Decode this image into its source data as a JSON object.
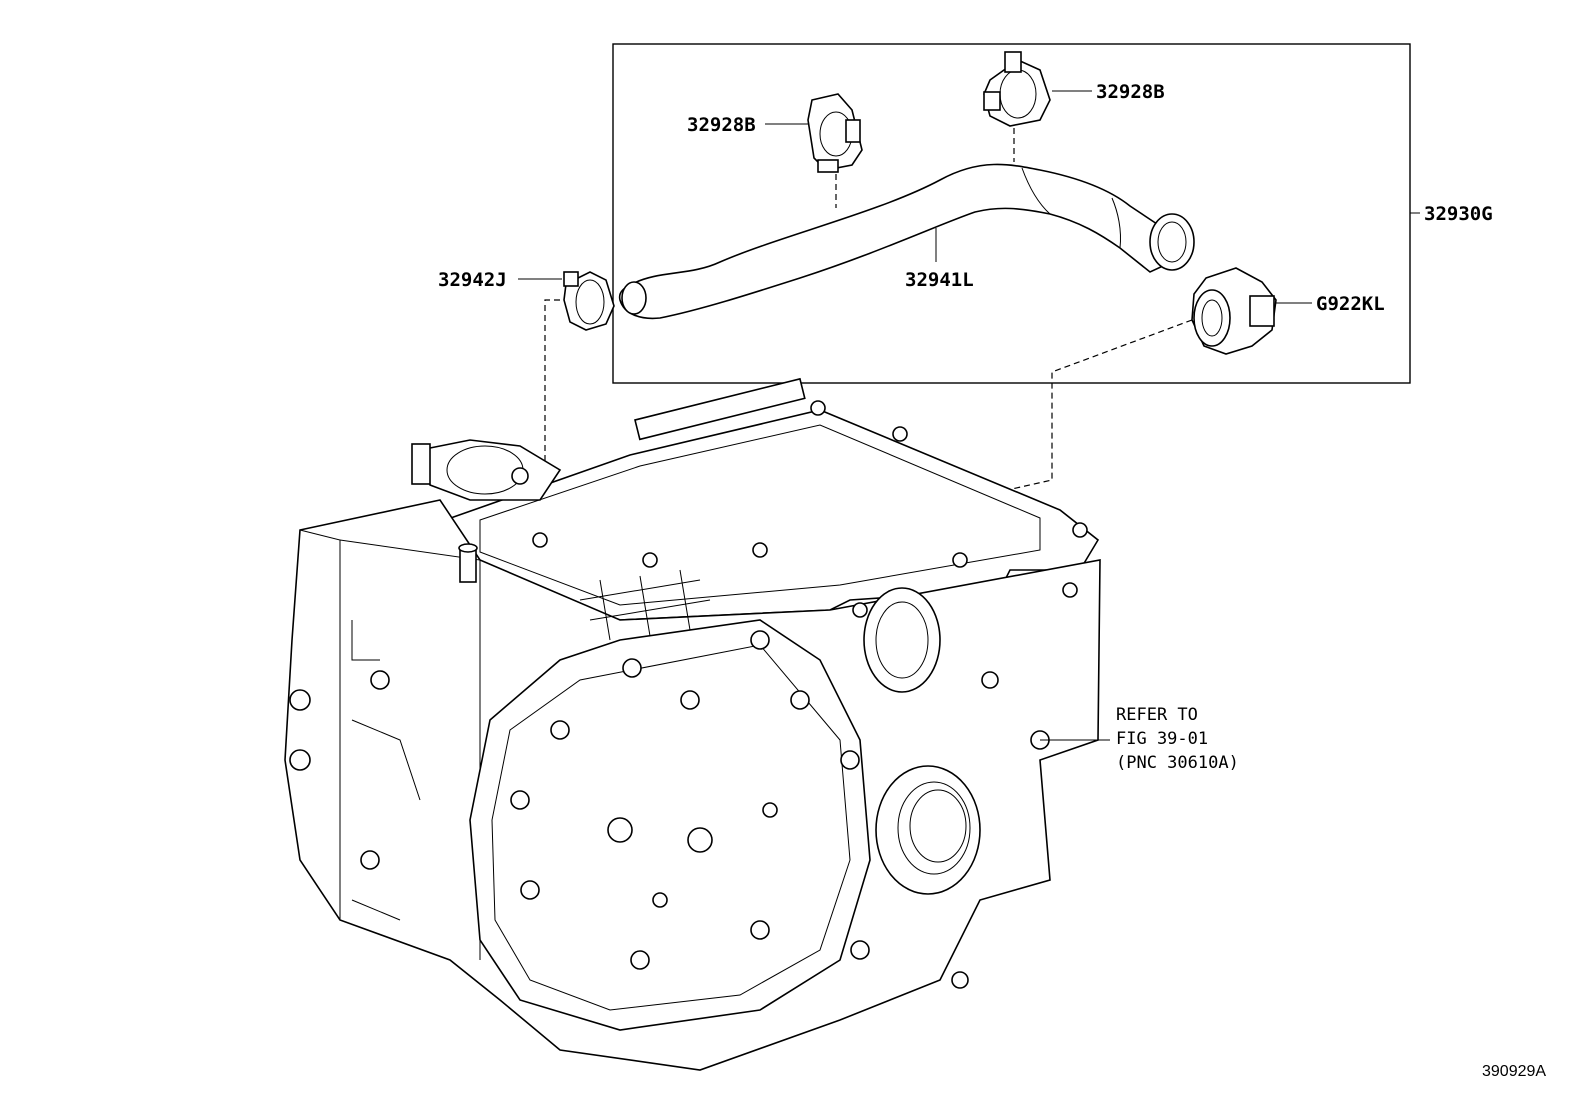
{
  "diagram": {
    "figure_code": "390929A",
    "callouts": [
      {
        "id": "c1",
        "label": "32928B"
      },
      {
        "id": "c2",
        "label": "32928B"
      },
      {
        "id": "c3",
        "label": "32930G"
      },
      {
        "id": "c4",
        "label": "32942J"
      },
      {
        "id": "c5",
        "label": "32941L"
      },
      {
        "id": "c6",
        "label": "G922KL"
      }
    ],
    "reference_note": {
      "line1": "REFER TO",
      "line2": "FIG 39-01",
      "line3": "(PNC 30610A)"
    }
  }
}
